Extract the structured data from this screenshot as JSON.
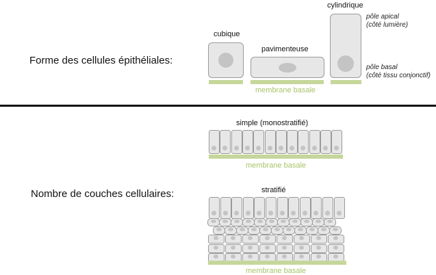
{
  "section_shape": {
    "heading": "Forme des cellules épithéliales:",
    "cubic_label": "cubique",
    "squamous_label": "pavimenteuse",
    "columnar_label": "cylindrique",
    "apical_pole": "pôle apical",
    "apical_side": "(côté lumière)",
    "basal_pole": "pôle basal",
    "basal_side": "(côté tissu conjonctif)",
    "basement_membrane": "membrane basale"
  },
  "section_layers": {
    "heading": "Nombre de couches cellulaires:",
    "simple_label": "simple (monostratifié)",
    "simple_membrane": "membrane basale",
    "stratified_label": "stratifié",
    "stratified_membrane": "membrane basale"
  },
  "colors": {
    "cell_fill": "#e7e7e7",
    "cell_border": "#9a9a9a",
    "nucleus": "#c4c4c4",
    "basement_membrane": "#c5d79a",
    "divider": "#111111"
  }
}
